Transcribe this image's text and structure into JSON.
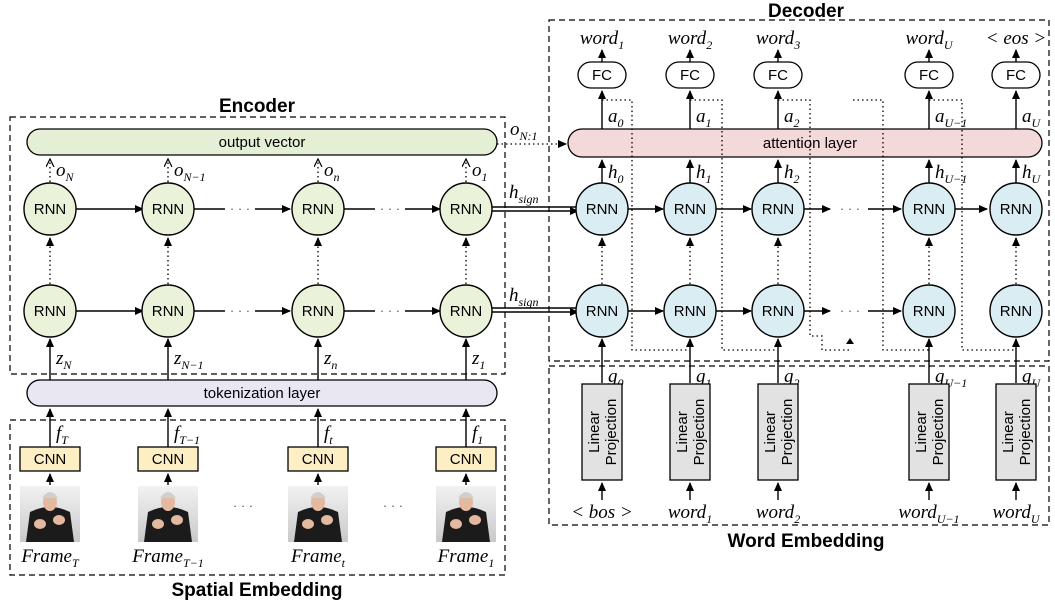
{
  "sections": {
    "encoder": "Encoder",
    "decoder": "Decoder",
    "spatial_embedding": "Spatial Embedding",
    "word_embedding": "Word Embedding"
  },
  "bars": {
    "output_vector": "output vector",
    "tokenization_layer": "tokenization layer",
    "attention_layer": "attention layer"
  },
  "node_labels": {
    "rnn": "RNN",
    "cnn": "CNN",
    "fc": "FC",
    "linear": "Linear",
    "projection": "Projection"
  },
  "encoder_columns": [
    {
      "frame": "Frame",
      "frame_sub": "T",
      "f": "f",
      "f_sub": "T",
      "z": "z",
      "z_sub": "N",
      "o": "o",
      "o_sub": "N"
    },
    {
      "frame": "Frame",
      "frame_sub": "T−1",
      "f": "f",
      "f_sub": "T−1",
      "z": "z",
      "z_sub": "N−1",
      "o": "o",
      "o_sub": "N−1"
    },
    {
      "frame": "Frame",
      "frame_sub": "t",
      "f": "f",
      "f_sub": "t",
      "z": "z",
      "z_sub": "n",
      "o": "o",
      "o_sub": "n"
    },
    {
      "frame": "Frame",
      "frame_sub": "1",
      "f": "f",
      "f_sub": "1",
      "z": "z",
      "z_sub": "1",
      "o": "o",
      "o_sub": "1"
    }
  ],
  "decoder_columns": [
    {
      "word_out": "word",
      "word_out_sub": "1",
      "a": "a",
      "a_sub": "0",
      "h": "h",
      "h_sub": "0",
      "g": "g",
      "g_sub": "0",
      "word_in": "< bos >",
      "word_in_sub": ""
    },
    {
      "word_out": "word",
      "word_out_sub": "2",
      "a": "a",
      "a_sub": "1",
      "h": "h",
      "h_sub": "1",
      "g": "g",
      "g_sub": "1",
      "word_in": "word",
      "word_in_sub": "1"
    },
    {
      "word_out": "word",
      "word_out_sub": "3",
      "a": "a",
      "a_sub": "2",
      "h": "h",
      "h_sub": "2",
      "g": "g",
      "g_sub": "2",
      "word_in": "word",
      "word_in_sub": "2"
    },
    {
      "word_out": "word",
      "word_out_sub": "U",
      "a": "a",
      "a_sub": "U−1",
      "h": "h",
      "h_sub": "U−1",
      "g": "g",
      "g_sub": "U−1",
      "word_in": "word",
      "word_in_sub": "U−1"
    },
    {
      "word_out": "< eos >",
      "word_out_sub": "",
      "a": "a",
      "a_sub": "U",
      "h": "h",
      "h_sub": "U",
      "g": "g",
      "g_sub": "U",
      "word_in": "word",
      "word_in_sub": "U"
    }
  ],
  "connections": {
    "h_sign": "h",
    "h_sign_sub": "sign",
    "o_context": "o",
    "o_context_sub": "N:1"
  },
  "ellipsis": "· · ·",
  "colors": {
    "rnn_encoder_fill": "#eaf2d9",
    "rnn_decoder_fill": "#d9edf3",
    "output_vector_fill": "#e4efd6",
    "tokenization_fill": "#e9e7f1",
    "attention_fill": "#f3d9d9",
    "cnn_fill": "#fdefc3",
    "linear_fill": "#e2e2e2"
  }
}
